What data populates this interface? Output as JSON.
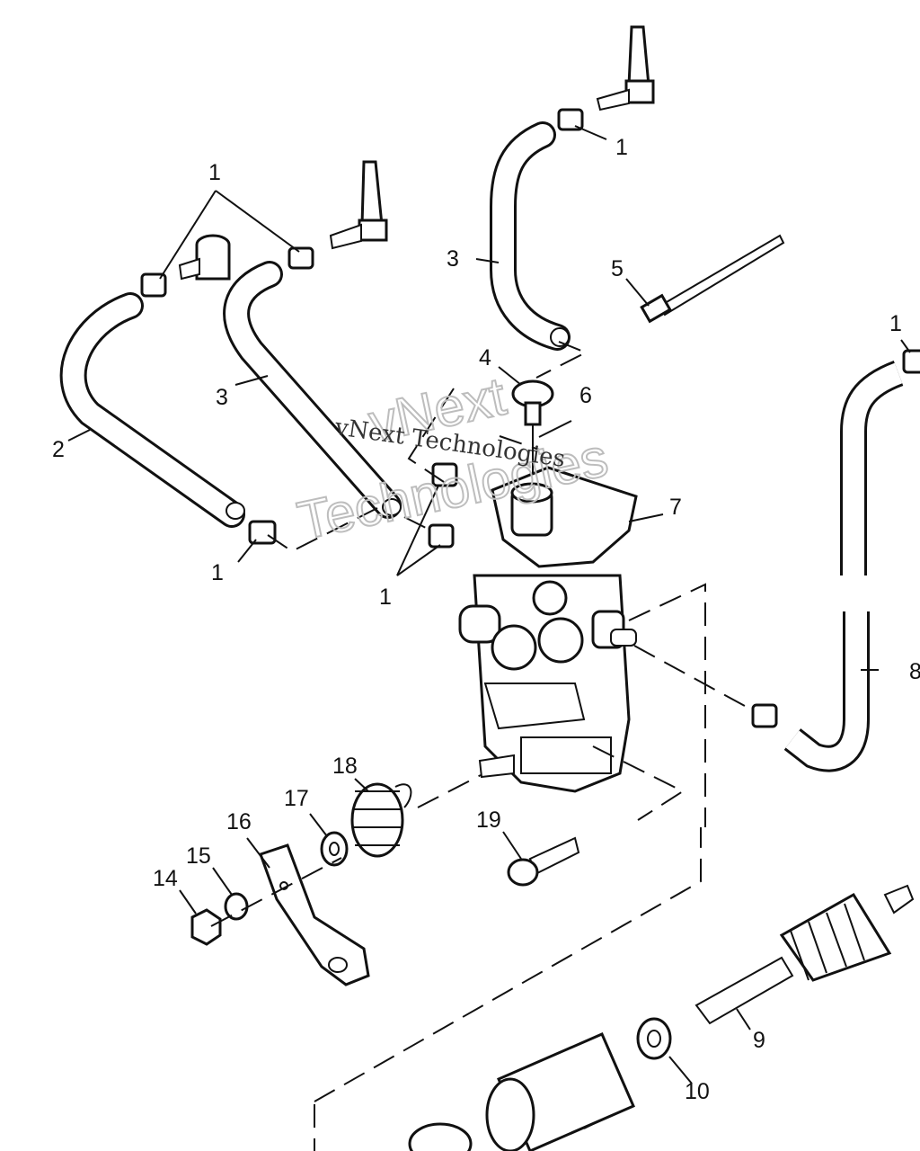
{
  "diagram": {
    "callouts": [
      {
        "id": "c1a",
        "text": "1"
      },
      {
        "id": "c1b",
        "text": "1"
      },
      {
        "id": "c1c",
        "text": "1"
      },
      {
        "id": "c1d",
        "text": "1"
      },
      {
        "id": "c1e",
        "text": "1"
      },
      {
        "id": "c2",
        "text": "2"
      },
      {
        "id": "c3a",
        "text": "3"
      },
      {
        "id": "c3b",
        "text": "3"
      },
      {
        "id": "c4",
        "text": "4"
      },
      {
        "id": "c5",
        "text": "5"
      },
      {
        "id": "c6",
        "text": "6"
      },
      {
        "id": "c7",
        "text": "7"
      },
      {
        "id": "c8",
        "text": "8"
      },
      {
        "id": "c9",
        "text": "9"
      },
      {
        "id": "c10",
        "text": "10"
      },
      {
        "id": "c14",
        "text": "14"
      },
      {
        "id": "c15",
        "text": "15"
      },
      {
        "id": "c16",
        "text": "16"
      },
      {
        "id": "c17",
        "text": "17"
      },
      {
        "id": "c18",
        "text": "18"
      },
      {
        "id": "c19",
        "text": "19"
      }
    ]
  },
  "watermark": {
    "large_line1": "vNext",
    "large_line2": "Technologies",
    "small": "vNext Technologies"
  }
}
